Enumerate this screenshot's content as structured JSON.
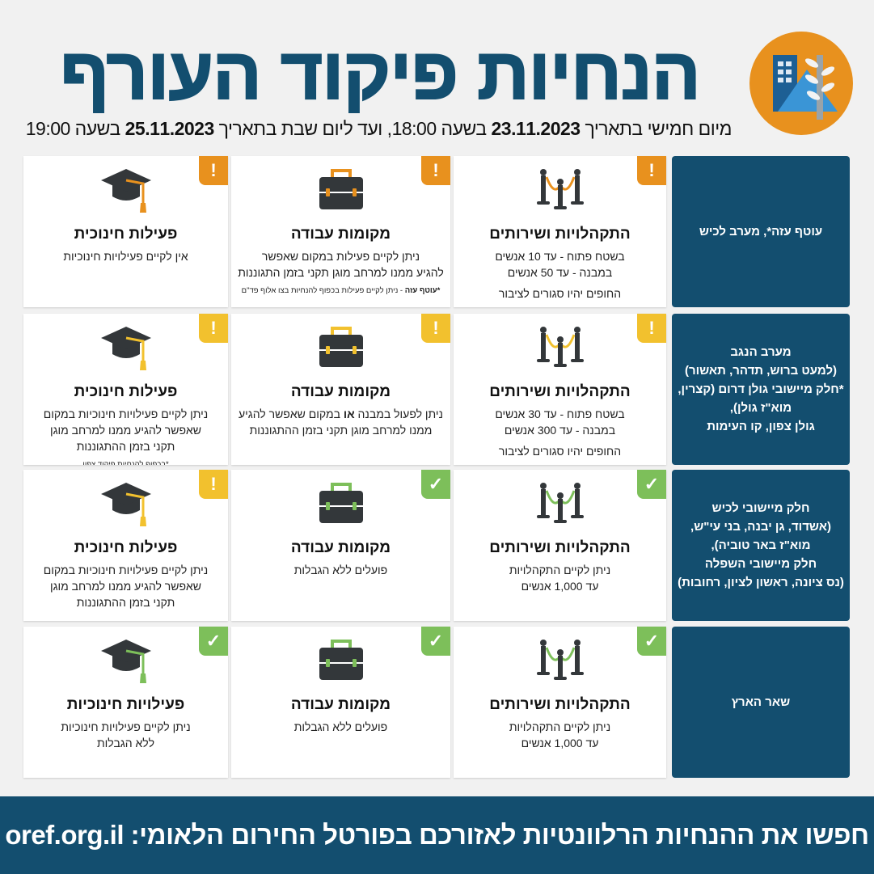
{
  "header": {
    "title": "הנחיות פיקוד העורף",
    "subtitle_parts": [
      "מיום חמישי בתאריך ",
      "23.11.2023",
      " בשעה 18:00, ועד ליום שבת בתאריך ",
      "25.11.2023",
      " בשעה 19:00"
    ],
    "logo_icon": "home-front-command-logo"
  },
  "colors": {
    "navy": "#134e6f",
    "orange": "#e8911e",
    "yellow": "#f2c12e",
    "green": "#7dbf5a",
    "icon_dark": "#33373a"
  },
  "badge_glyphs": {
    "warning": "!",
    "check": "✓"
  },
  "rows": [
    {
      "region_lines": [
        "עוטף עזה*, מערב לכיש"
      ],
      "cells": [
        {
          "title": "התקהלויות ושירותים",
          "icon": "stanchions-icon",
          "badge": "warning",
          "color": "#e8911e",
          "lines": [
            "בשטח פתוח - עד 10 אנשים",
            "במבנה - עד 50 אנשים"
          ],
          "extra": "החופים יהיו סגורים לציבור"
        },
        {
          "title": "מקומות עבודה",
          "icon": "briefcase-icon",
          "badge": "warning",
          "color": "#e8911e",
          "lines": [
            "ניתן לקיים פעילות במקום שאפשר",
            "להגיע ממנו למרחב מוגן תקני בזמן התגוננות"
          ],
          "note_bold": "*עוטף עזה",
          "note": " - ניתן לקיים פעילות בכפוף להנחיות בצו אלוף פד\"ם"
        },
        {
          "title": "פעילות חינוכית",
          "icon": "graduation-cap-icon",
          "badge": "warning",
          "color": "#e8911e",
          "lines": [
            "אין לקיים פעילויות חינוכיות"
          ]
        }
      ]
    },
    {
      "region_lines": [
        "מערב הנגב",
        "(למעט ברוש, תדהר, תאשור)",
        "*חלק מיישובי גולן דרום (קצרין,",
        "מוא\"ז גולן),",
        "גולן צפון, קו העימות"
      ],
      "cells": [
        {
          "title": "התקהלויות ושירותים",
          "icon": "stanchions-icon",
          "badge": "warning",
          "color": "#f2c12e",
          "lines": [
            "בשטח פתוח - עד 30 אנשים",
            "במבנה - עד 300 אנשים"
          ],
          "extra": "החופים יהיו סגורים לציבור"
        },
        {
          "title": "מקומות עבודה",
          "icon": "briefcase-icon",
          "badge": "warning",
          "color": "#f2c12e",
          "lines_rich": [
            [
              "ניתן לפעול במבנה ",
              "או",
              " במקום שאפשר להגיע"
            ]
          ],
          "lines": [
            "ממנו למרחב מוגן תקני בזמן ההתגוננות"
          ]
        },
        {
          "title": "פעילות חינוכית",
          "icon": "graduation-cap-icon",
          "badge": "warning",
          "color": "#f2c12e",
          "lines": [
            "ניתן לקיים פעילויות חינוכיות במקום",
            "שאפשר להגיע ממנו למרחב מוגן",
            "תקני בזמן ההתגוננות"
          ],
          "note": "*בכפוף להנחיות פיקוד צפון"
        }
      ]
    },
    {
      "region_lines": [
        "חלק מיישובי לכיש",
        "(אשדוד, גן יבנה, בני עי\"ש,",
        "מוא\"ז באר טוביה),",
        "חלק מיישובי השפלה",
        "(נס ציונה, ראשון לציון, רחובות)"
      ],
      "cells": [
        {
          "title": "התקהלויות ושירותים",
          "icon": "stanchions-icon",
          "badge": "check",
          "color": "#7dbf5a",
          "lines": [
            "ניתן לקיים התקהלויות",
            "עד 1,000 אנשים"
          ]
        },
        {
          "title": "מקומות עבודה",
          "icon": "briefcase-icon",
          "badge": "check",
          "color": "#7dbf5a",
          "lines": [
            "פועלים ללא הגבלות"
          ]
        },
        {
          "title": "פעילות חינוכית",
          "icon": "graduation-cap-icon",
          "badge": "warning",
          "color": "#f2c12e",
          "lines": [
            "ניתן לקיים פעילויות חינוכיות במקום",
            "שאפשר להגיע ממנו למרחב מוגן",
            "תקני בזמן ההתגוננות"
          ]
        }
      ]
    },
    {
      "region_lines": [
        "שאר הארץ"
      ],
      "cells": [
        {
          "title": "התקהלויות ושירותים",
          "icon": "stanchions-icon",
          "badge": "check",
          "color": "#7dbf5a",
          "lines": [
            "ניתן לקיים התקהלויות",
            "עד 1,000 אנשים"
          ]
        },
        {
          "title": "מקומות עבודה",
          "icon": "briefcase-icon",
          "badge": "check",
          "color": "#7dbf5a",
          "lines": [
            "פועלים ללא הגבלות"
          ]
        },
        {
          "title": "פעילויות חינוכיות",
          "icon": "graduation-cap-icon",
          "badge": "check",
          "color": "#7dbf5a",
          "lines": [
            "ניתן לקיים פעילויות חינוכיות",
            "ללא הגבלות"
          ]
        }
      ]
    }
  ],
  "footer": {
    "text": "חפשו את ההנחיות הרלוונטיות לאזורכם בפורטל החירום הלאומי: oref.org.il"
  }
}
